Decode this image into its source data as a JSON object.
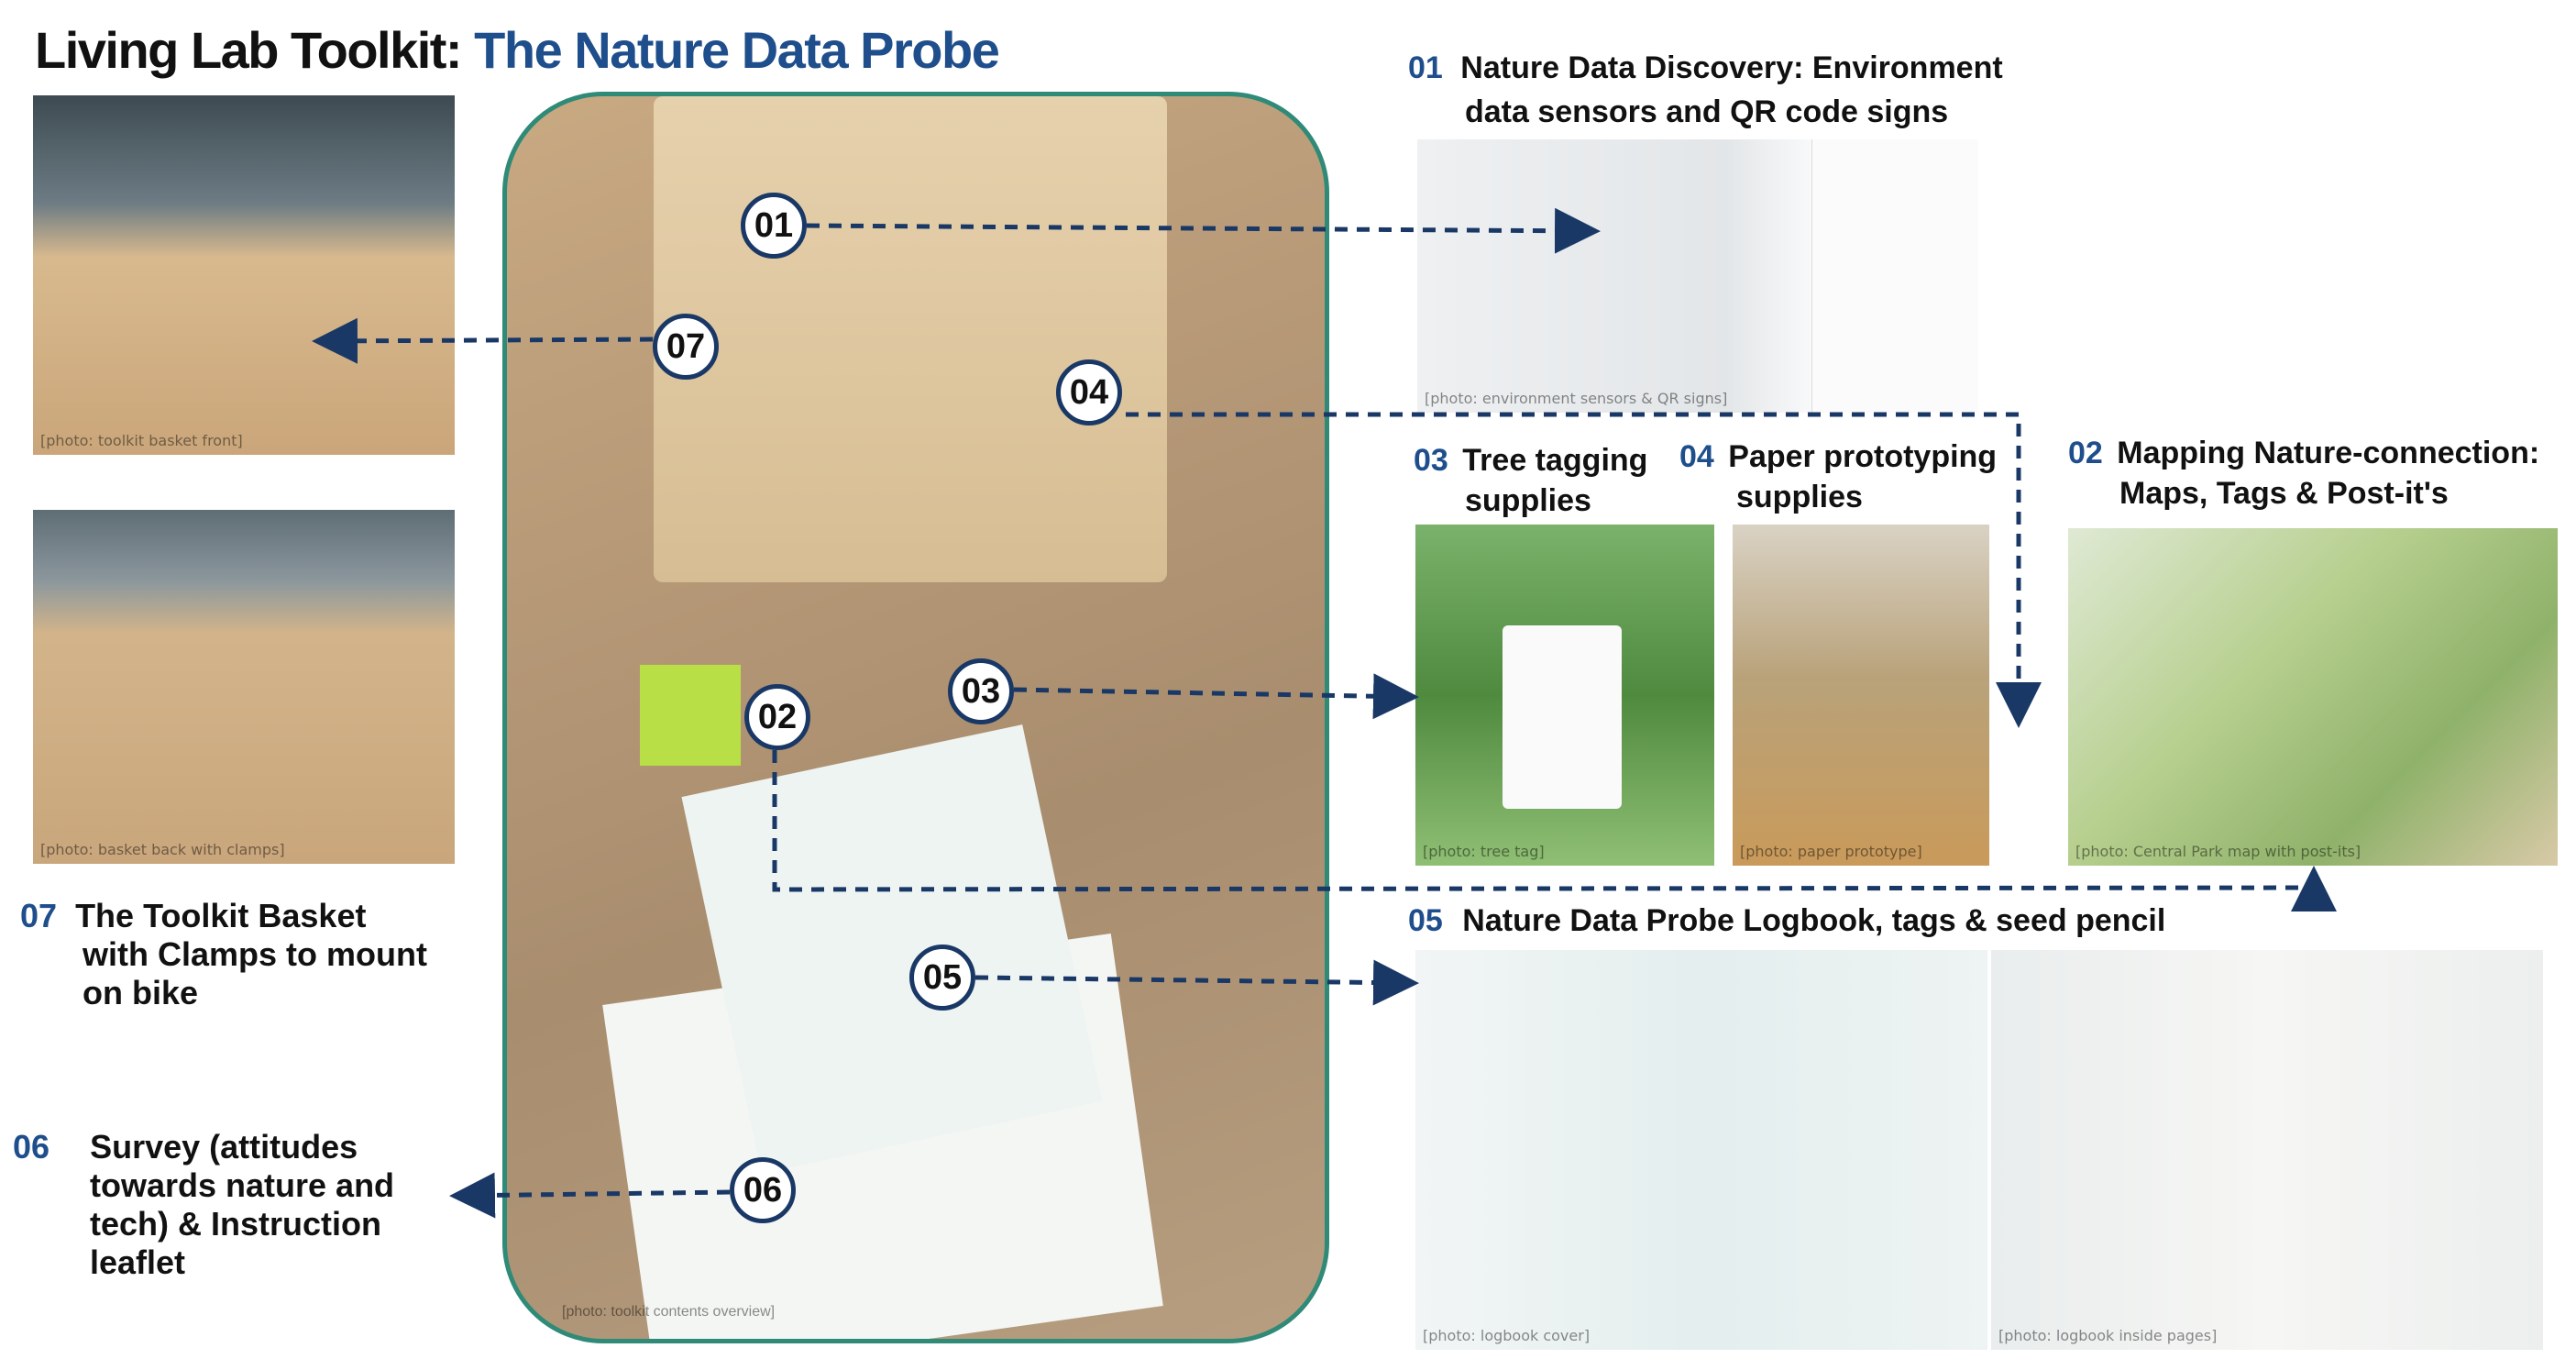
{
  "title": {
    "part1": "Living Lab Toolkit:",
    "part2": "The Nature Data Probe"
  },
  "badges": [
    "01",
    "07",
    "04",
    "02",
    "03",
    "05",
    "06"
  ],
  "captions": {
    "c01": {
      "num": "01",
      "line1": "Nature Data Discovery: Environment",
      "line2": "data sensors and QR code signs"
    },
    "c03": {
      "num": "03",
      "line1": "Tree tagging",
      "line2": "supplies"
    },
    "c04": {
      "num": "04",
      "line1": "Paper prototyping",
      "line2": "supplies"
    },
    "c02": {
      "num": "02",
      "line1": "Mapping Nature-connection:",
      "line2": "Maps, Tags & Post-it's"
    },
    "c05": {
      "num": "05",
      "line1": "Nature Data Probe Logbook, tags & seed pencil"
    },
    "c07": {
      "num": "07",
      "line1": "The  Toolkit Basket",
      "line2": "with Clamps to mount",
      "line3": "on bike"
    },
    "c06": {
      "num": "06",
      "line1": "Survey (attitudes",
      "line2": "towards nature and",
      "line3": "tech)  & Instruction",
      "line4": "leaflet"
    }
  },
  "colors": {
    "accent": "#1f4e8c",
    "frame": "#2f8a77",
    "arrow": "#1a3866"
  }
}
